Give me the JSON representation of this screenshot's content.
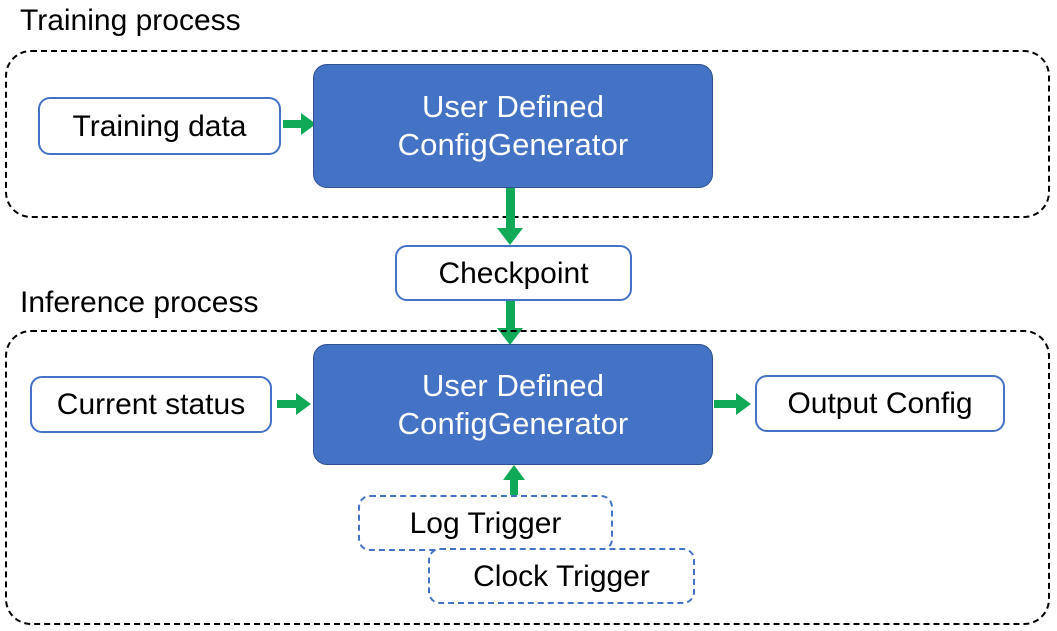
{
  "diagram": {
    "title_training": "Training process",
    "title_inference": "Inference process",
    "colors": {
      "process_fill": "#4472C4",
      "process_border": "#2F528F",
      "data_border": "#4472C4",
      "arrow": "#0FA958",
      "section_border": "#000000",
      "trigger_border": "#4472C4"
    }
  },
  "training": {
    "section_label": "Training process",
    "input": {
      "label": "Training data"
    },
    "process": {
      "line1": "User Defined",
      "line2": "ConfigGenerator"
    }
  },
  "checkpoint": {
    "label": "Checkpoint"
  },
  "inference": {
    "section_label": "Inference process",
    "input": {
      "label": "Current status"
    },
    "process": {
      "line1": "User Defined",
      "line2": "ConfigGenerator"
    },
    "output": {
      "label": "Output Config"
    },
    "triggers": [
      {
        "label": "Log Trigger"
      },
      {
        "label": "Clock Trigger"
      }
    ]
  }
}
